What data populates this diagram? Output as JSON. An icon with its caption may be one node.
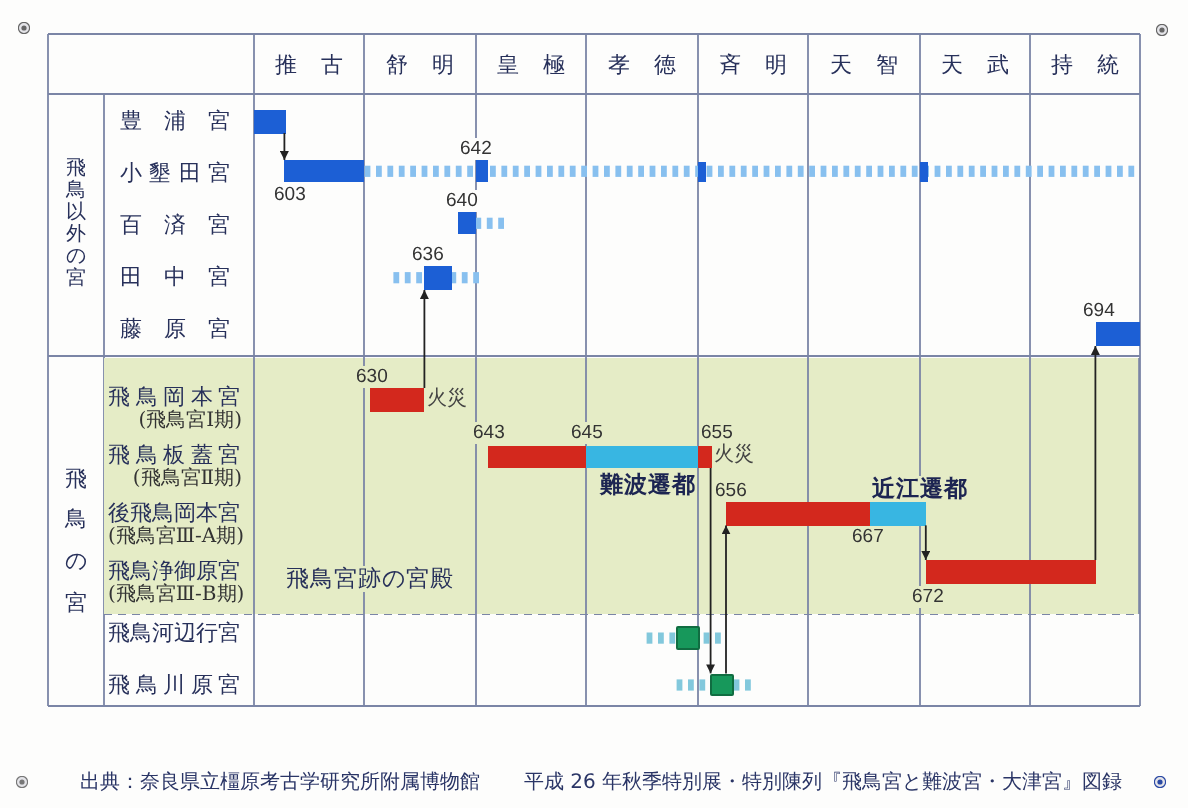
{
  "diagram": {
    "nodes": [
      {
        "text": [],
        "shape": "bar"
      },
      {
        "text": [],
        "shape": "bar",
        "beside": [
          "603"
        ]
      },
      {
        "text": [],
        "shape": "bar",
        "beside": [
          "642"
        ]
      },
      {
        "text": [],
        "shape": "bar"
      },
      {
        "text": [],
        "shape": "bar"
      },
      {
        "text": [],
        "shape": "bar",
        "beside": [
          "640"
        ]
      },
      {
        "text": [],
        "shape": "bar",
        "beside": [
          "636"
        ]
      },
      {
        "text": [],
        "shape": "bar",
        "beside": [
          "694"
        ]
      },
      {
        "text": [
          "飛鳥宮跡の宮殿"
        ]
      },
      {
        "text": [],
        "shape": "bar",
        "in": 8,
        "beside": [
          "630",
          "火災"
        ]
      },
      {
        "text": [],
        "shape": "bar",
        "in": 8,
        "beside": [
          "643"
        ]
      },
      {
        "text": [],
        "shape": "bar",
        "in": 8,
        "beside": [
          "645",
          "難波遷都"
        ]
      },
      {
        "text": [],
        "shape": "bar",
        "in": 8,
        "beside": [
          "655",
          "火災"
        ]
      },
      {
        "text": [],
        "shape": "bar",
        "in": 8,
        "beside": [
          "656"
        ]
      },
      {
        "text": [],
        "shape": "bar",
        "in": 8,
        "beside": [
          "近江遷都",
          "667"
        ]
      },
      {
        "text": [],
        "shape": "bar",
        "in": 8,
        "beside": [
          "672"
        ]
      },
      {
        "text": [],
        "shape": "box"
      },
      {
        "text": [],
        "shape": "box"
      }
    ],
    "edges": [
      {
        "from": 0,
        "to": 1,
        "arrow": "to"
      },
      {
        "from": 9,
        "to": 6,
        "arrow": "to"
      },
      {
        "from": 15,
        "to": 7,
        "arrow": "to"
      },
      {
        "from": 12,
        "to": 17,
        "arrow": "to"
      },
      {
        "from": 17,
        "to": 13,
        "arrow": "to"
      },
      {
        "from": 14,
        "to": 15,
        "arrow": "to"
      }
    ],
    "labels": [
      "推古",
      "舒明",
      "皇極",
      "孝徳",
      "斉明",
      "天智",
      "天武",
      "持統",
      "飛鳥以外の宮",
      "豊浦宮",
      "小墾田宮",
      "百済宮",
      "田中宮",
      "藤原宮",
      "飛鳥の宮",
      "飛鳥岡本宮",
      "(飛鳥宮Ⅰ期)",
      "飛鳥板蓋宮",
      "(飛鳥宮Ⅱ期)",
      "後飛鳥岡本宮",
      "(飛鳥宮Ⅲ-A期)",
      "飛鳥浄御原宮",
      "(飛鳥宮Ⅲ-B期)",
      "飛鳥河辺行宮",
      "飛鳥川原宮",
      "出典：奈良県立橿原考古学研究所附属博物館",
      "平成 26 年秋季特別展・特別陳列『飛鳥宮と難波宮・大津宮』図録"
    ]
  }
}
